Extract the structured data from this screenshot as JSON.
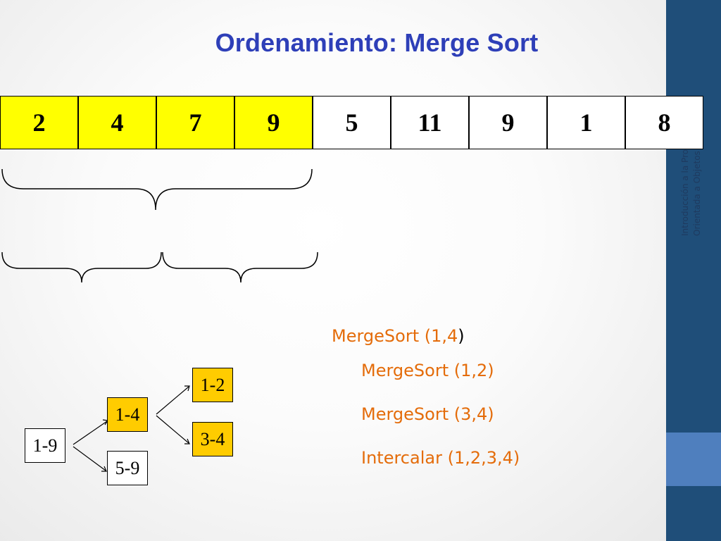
{
  "title": "Ordenamiento: Merge Sort",
  "sidebar": {
    "line1": "Introducción a la Programación",
    "line2": "Orientada a Objetos"
  },
  "array": {
    "values": [
      "2",
      "4",
      "7",
      "9",
      "5",
      "11",
      "9",
      "1",
      "8"
    ],
    "highlighted_count": 4,
    "highlight_color": "#ffff00"
  },
  "calls": {
    "line1_text": "MergeSort (1,4",
    "line1_close": ")",
    "line2": "MergeSort (1,2)",
    "line3": "MergeSort (3,4)",
    "line4": "Intercalar (1,2,3,4)",
    "color": "#e46c0a"
  },
  "tree": {
    "root": "1-9",
    "left": "1-4",
    "right": "5-9",
    "left_left": "1-2",
    "left_right": "3-4",
    "active_color": "#ffcc00"
  },
  "colors": {
    "title": "#2e3fb8",
    "sidebar": "#1f4e79",
    "sidebar_accent": "#4f7fbe"
  }
}
